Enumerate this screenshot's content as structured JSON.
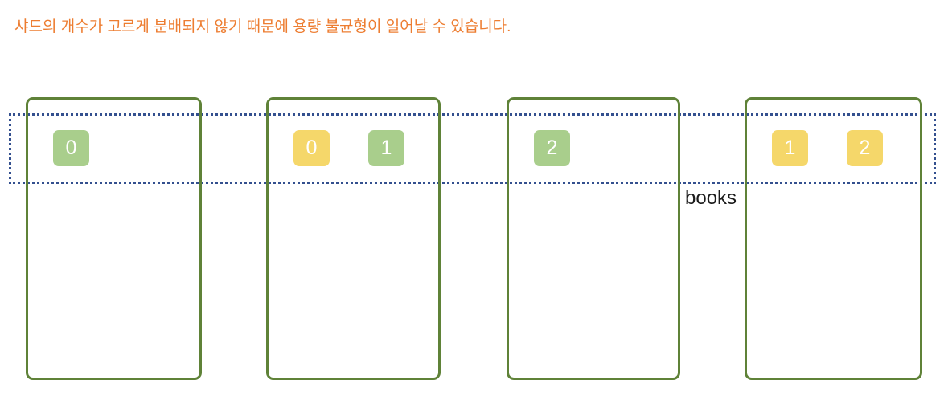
{
  "caption": {
    "text": "샤드의 개수가 고르게 분배되지 않기 때문에 용량 불균형이 일어날 수 있습니다.",
    "color": "#ED7D31"
  },
  "index": {
    "label": "books",
    "band_color": "#34508F"
  },
  "colors": {
    "background": "#FFFFFF",
    "node_border": "#5F8238",
    "shard_green": "#A9CE8C",
    "shard_yellow": "#F5D76A",
    "shard_text": "#FFFFFF"
  },
  "nodes": [
    {
      "shards": [
        {
          "num": "0",
          "color": "green"
        }
      ]
    },
    {
      "shards": [
        {
          "num": "0",
          "color": "yellow"
        },
        {
          "num": "1",
          "color": "green"
        }
      ]
    },
    {
      "shards": [
        {
          "num": "2",
          "color": "green"
        }
      ]
    },
    {
      "shards": [
        {
          "num": "1",
          "color": "yellow"
        },
        {
          "num": "2",
          "color": "yellow"
        }
      ]
    }
  ]
}
